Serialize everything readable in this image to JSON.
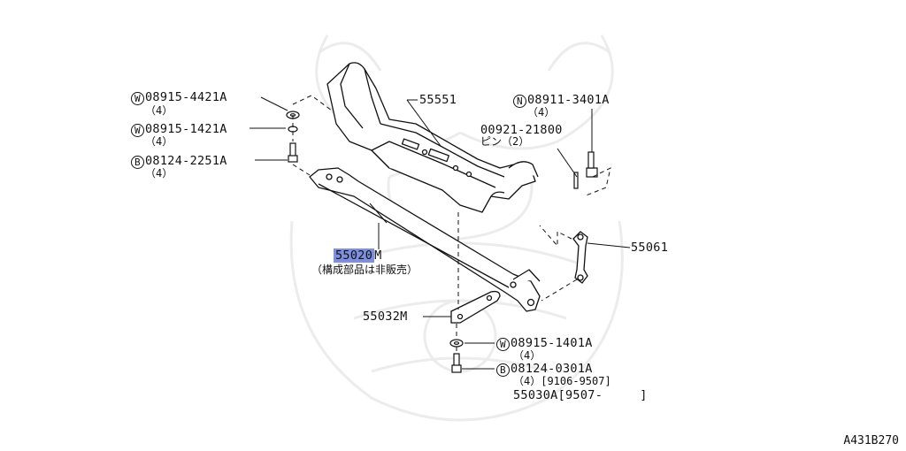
{
  "parts": {
    "p55551": "55551",
    "p55020m": {
      "code": "55020",
      "suffix": "M",
      "note": "（構成部品は非販売）"
    },
    "p55032m": "55032M",
    "p55061": "55061",
    "pin": {
      "code": "00921-21800",
      "desc": "ピン（2）"
    },
    "w1": {
      "badge": "W",
      "code": "08915-4421A",
      "qty": "（4）"
    },
    "w2": {
      "badge": "W",
      "code": "08915-1421A",
      "qty": "（4）"
    },
    "b1": {
      "badge": "B",
      "code": "08124-2251A",
      "qty": "（4）"
    },
    "n1": {
      "badge": "N",
      "code": "08911-3401A",
      "qty": "（4）"
    },
    "w3": {
      "badge": "W",
      "code": "08915-1401A",
      "qty": "（4）"
    },
    "b2": {
      "badge": "B",
      "code": "08124-0301A",
      "qty": "（4）[9106-9507]"
    },
    "p55030a": "55030A[9507-     ]"
  },
  "diagram_id": "A431B270"
}
